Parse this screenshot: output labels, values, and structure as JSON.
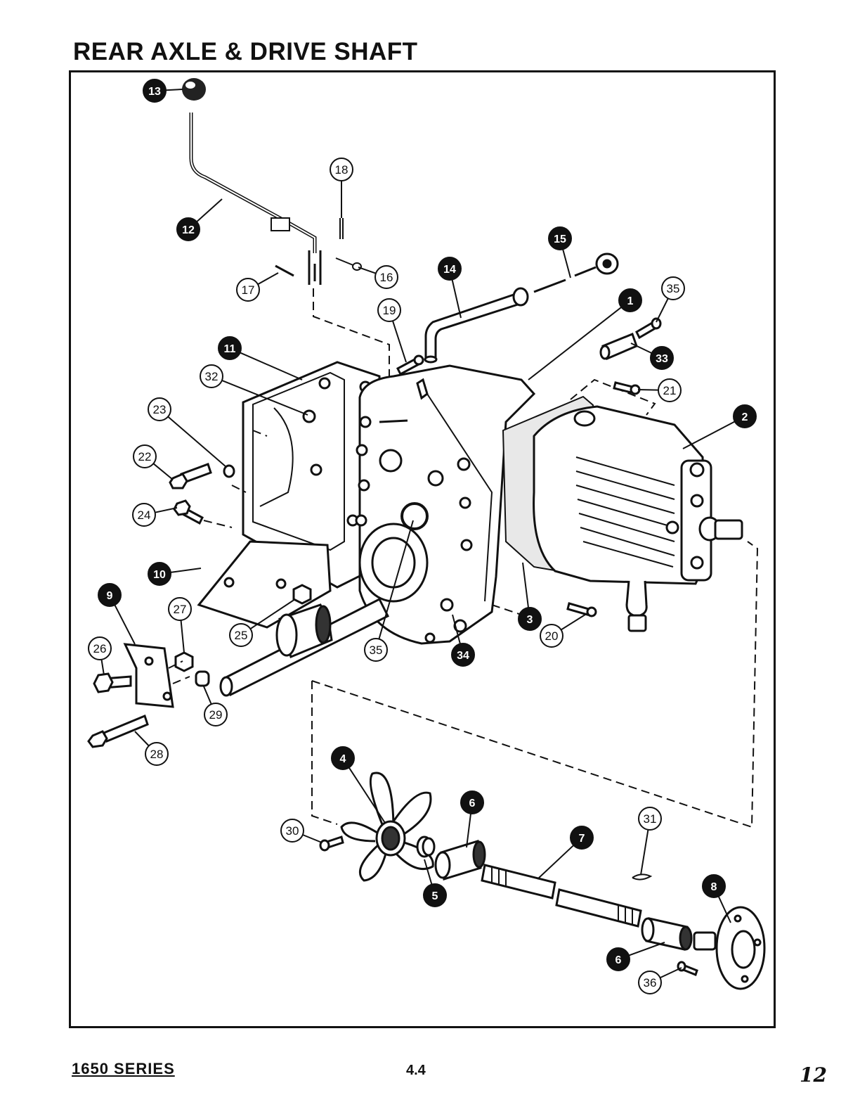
{
  "title": "REAR AXLE & DRIVE SHAFT",
  "footer": {
    "series": "1650 SERIES",
    "page": "4.4",
    "sheet": "12"
  },
  "callouts": [
    {
      "label": "1",
      "style": "solid"
    },
    {
      "label": "2",
      "style": "solid"
    },
    {
      "label": "3",
      "style": "solid"
    },
    {
      "label": "4",
      "style": "solid"
    },
    {
      "label": "5",
      "style": "solid"
    },
    {
      "label": "6",
      "style": "solid"
    },
    {
      "label": "6",
      "style": "solid"
    },
    {
      "label": "7",
      "style": "solid"
    },
    {
      "label": "8",
      "style": "solid"
    },
    {
      "label": "9",
      "style": "solid"
    },
    {
      "label": "10",
      "style": "solid"
    },
    {
      "label": "11",
      "style": "solid"
    },
    {
      "label": "12",
      "style": "solid"
    },
    {
      "label": "13",
      "style": "solid"
    },
    {
      "label": "14",
      "style": "solid"
    },
    {
      "label": "15",
      "style": "solid"
    },
    {
      "label": "16",
      "style": "outline"
    },
    {
      "label": "17",
      "style": "outline"
    },
    {
      "label": "18",
      "style": "outline"
    },
    {
      "label": "19",
      "style": "outline"
    },
    {
      "label": "20",
      "style": "outline"
    },
    {
      "label": "21",
      "style": "outline"
    },
    {
      "label": "22",
      "style": "outline"
    },
    {
      "label": "23",
      "style": "outline"
    },
    {
      "label": "24",
      "style": "outline"
    },
    {
      "label": "25",
      "style": "outline"
    },
    {
      "label": "26",
      "style": "outline"
    },
    {
      "label": "27",
      "style": "outline"
    },
    {
      "label": "28",
      "style": "outline"
    },
    {
      "label": "29",
      "style": "outline"
    },
    {
      "label": "30",
      "style": "outline"
    },
    {
      "label": "31",
      "style": "outline"
    },
    {
      "label": "32",
      "style": "outline"
    },
    {
      "label": "33",
      "style": "solid"
    },
    {
      "label": "34",
      "style": "solid"
    },
    {
      "label": "35",
      "style": "outline"
    },
    {
      "label": "35",
      "style": "outline"
    },
    {
      "label": "36",
      "style": "outline"
    }
  ]
}
